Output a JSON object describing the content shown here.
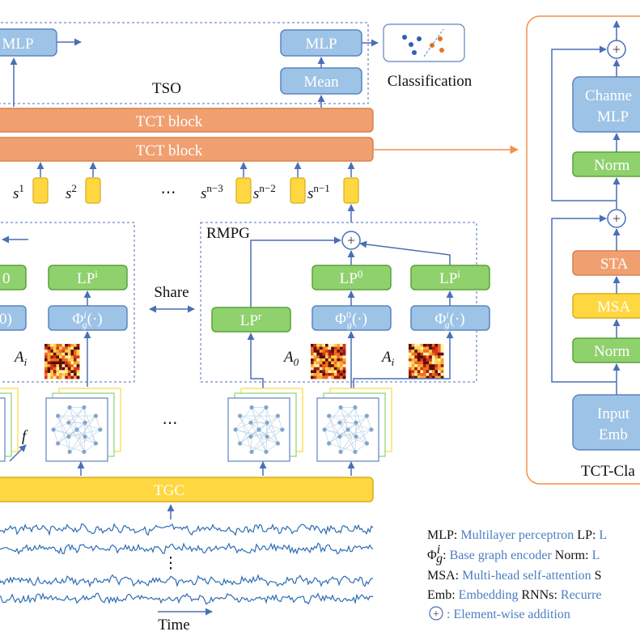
{
  "colors": {
    "blue_fill": "#9dc3e6",
    "blue_stroke": "#5b84c4",
    "green_fill": "#8fd16d",
    "green_stroke": "#5aa33a",
    "orange_fill": "#f0a070",
    "orange_stroke": "#d8824e",
    "yellow_fill": "#ffd740",
    "yellow_stroke": "#d7ae1a",
    "arrow": "#4a6fb5",
    "panel_border": "#f29148",
    "signal": "#2e6db4"
  },
  "tso": {
    "label": "TSO",
    "mlp_left": "MLP",
    "mlp_right": "MLP",
    "mean": "Mean",
    "classification": "Classification"
  },
  "tct_blocks": [
    "TCT block",
    "TCT block"
  ],
  "sequence": {
    "tokens": [
      {
        "base": "s",
        "sup": "1"
      },
      {
        "base": "s",
        "sup": "2"
      },
      {
        "base": "s",
        "sup": "n−3"
      },
      {
        "base": "s",
        "sup": "n−2"
      },
      {
        "base": "s",
        "sup": "n−1"
      }
    ],
    "ellipsis": "⋯"
  },
  "rmpg": {
    "label": "RMPG",
    "share": "Share",
    "left_lp_partial": "0",
    "left_lp_i": "LP",
    "left_lp_i_sup": "i",
    "left_phi_partial": "0)",
    "left_phi_i": "Φ",
    "left_phi_i_sub": "g",
    "left_phi_i_sup": "i",
    "left_phi_i_arg": "(·)",
    "left_A_i": "A",
    "left_A_i_sub": "i",
    "lp_r": "LP",
    "lp_r_sup": "r",
    "lp_0": "LP",
    "lp_0_sup": "0",
    "lp_i": "LP",
    "lp_i_sup": "i",
    "phi_0": "Φ",
    "phi_0_sub": "g",
    "phi_0_sup": "0",
    "phi_0_arg": "(·)",
    "phi_i": "Φ",
    "phi_i_sub": "g",
    "phi_i_sup": "i",
    "phi_i_arg": "(·)",
    "A_0": "A",
    "A_0_sub": "0",
    "A_i": "A",
    "A_i_sub": "i"
  },
  "graphs": {
    "ellipsis": "⋯",
    "f_label": "f"
  },
  "tgc": {
    "label": "TGC",
    "vertical_ellipsis": "⋮",
    "time": "Time"
  },
  "tct_panel": {
    "channel_mlp_line1": "Channe",
    "channel_mlp_line2": "MLP",
    "norm_top": "Norm",
    "sta": "STA",
    "msa": "MSA",
    "norm_bottom": "Norm",
    "input_line1": "Input",
    "input_line2": "Emb",
    "caption": "TCT-Cla"
  },
  "legend": {
    "rows": [
      [
        {
          "k": "MLP: ",
          "v": "Multilayer perceptron "
        },
        {
          "k": "LP: ",
          "v": "L"
        }
      ],
      [
        {
          "k": "Φ",
          "v": ""
        },
        {
          "k": ": ",
          "v": "Base graph encoder "
        },
        {
          "k": "Norm: ",
          "v": "L"
        }
      ],
      [
        {
          "k": "MSA: ",
          "v": "Multi-head self-attention "
        },
        {
          "k": "S",
          "v": ""
        }
      ],
      [
        {
          "k": "Emb: ",
          "v": "Embedding "
        },
        {
          "k": "RNNs: ",
          "v": "Recurre"
        }
      ],
      [
        {
          "k": "",
          "v": ": Element-wise addition"
        }
      ]
    ],
    "phi_sub": "g",
    "phi_sup": "i",
    "plus": "+"
  }
}
